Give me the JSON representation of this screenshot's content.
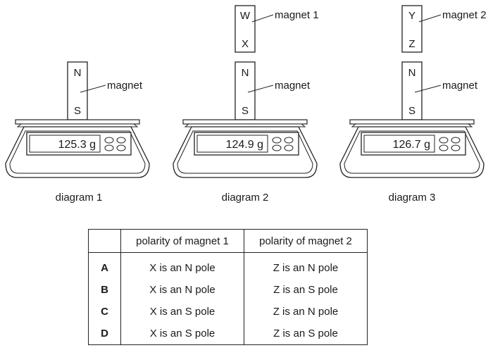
{
  "diagrams": [
    {
      "caption": "diagram 1",
      "reading": "125.3 g",
      "magnet": {
        "label": "magnet",
        "top": "N",
        "bottom": "S"
      },
      "upper_magnet": null
    },
    {
      "caption": "diagram 2",
      "reading": "124.9 g",
      "magnet": {
        "label": "magnet",
        "top": "N",
        "bottom": "S"
      },
      "upper_magnet": {
        "label": "magnet 1",
        "top": "W",
        "bottom": "X"
      }
    },
    {
      "caption": "diagram 3",
      "reading": "126.7 g",
      "magnet": {
        "label": "magnet",
        "top": "N",
        "bottom": "S"
      },
      "upper_magnet": {
        "label": "magnet 2",
        "top": "Y",
        "bottom": "Z"
      }
    }
  ],
  "table": {
    "headers": [
      "",
      "polarity of magnet 1",
      "polarity of magnet 2"
    ],
    "rows": [
      {
        "option": "A",
        "magnet1": "X is an N pole",
        "magnet2": "Z is an N pole"
      },
      {
        "option": "B",
        "magnet1": "X is an N pole",
        "magnet2": "Z is an S pole"
      },
      {
        "option": "C",
        "magnet1": "X is an S pole",
        "magnet2": "Z is an N pole"
      },
      {
        "option": "D",
        "magnet1": "X is an S pole",
        "magnet2": "Z is an S pole"
      }
    ]
  }
}
